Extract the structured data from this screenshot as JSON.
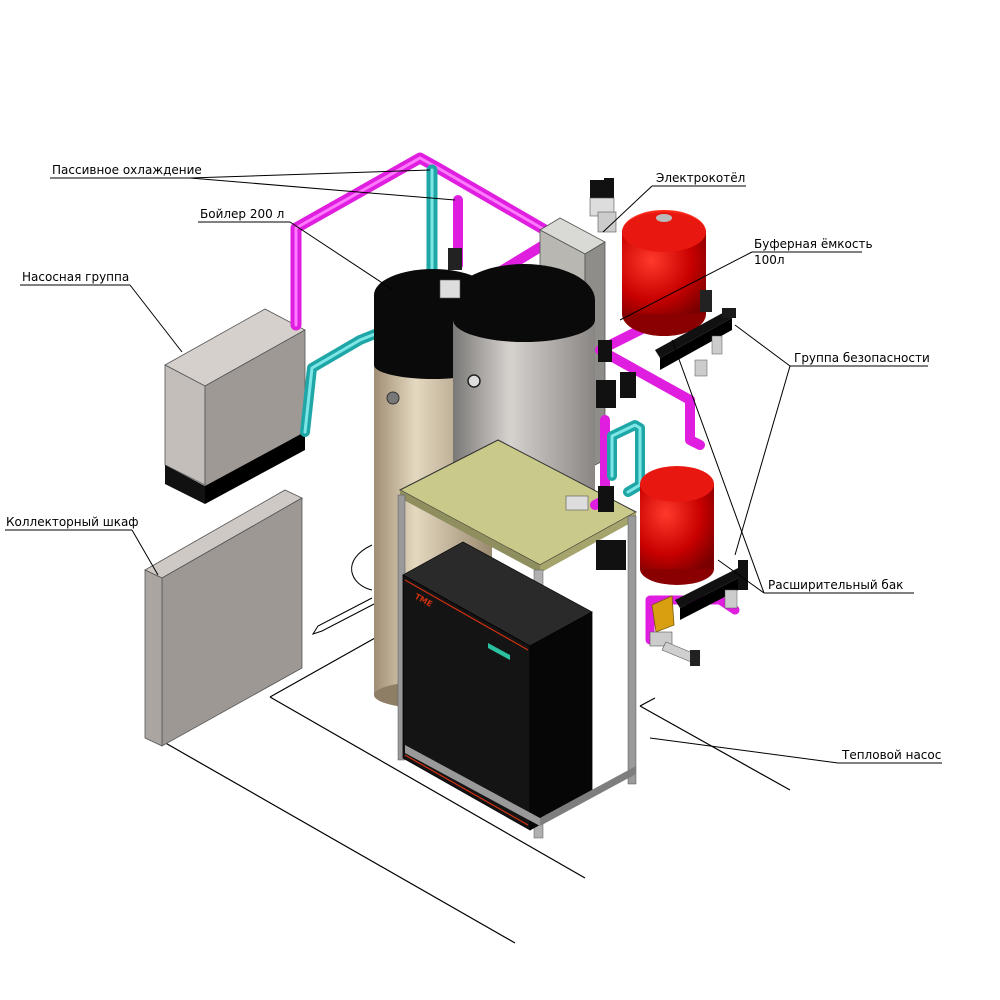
{
  "labels": {
    "passive_cooling": "Пассивное охлаждение",
    "boiler": "Бойлер 200 л",
    "pump_group": "Насосная группа",
    "collector_cabinet": "Коллекторный шкаф",
    "electric_boiler": "Электрокотёл",
    "buffer_tank_line1": "Буферная ёмкость",
    "buffer_tank_line2": "100л",
    "safety_group": "Группа безопасности",
    "expansion_tank": "Расширительный бак",
    "heat_pump": "Тепловой насос",
    "heat_pump_brand": "TME"
  },
  "colors": {
    "supply_pipe": "#e01ee0",
    "cold_pipe": "#2ab8b8",
    "tank_red": "#c80000",
    "cabinet_grey": "#b0aaa6",
    "boiler_tan": "#c8b89a",
    "heat_pump_body": "#141414",
    "brand_red": "#d03010",
    "frame_top": "#c9c98a"
  }
}
